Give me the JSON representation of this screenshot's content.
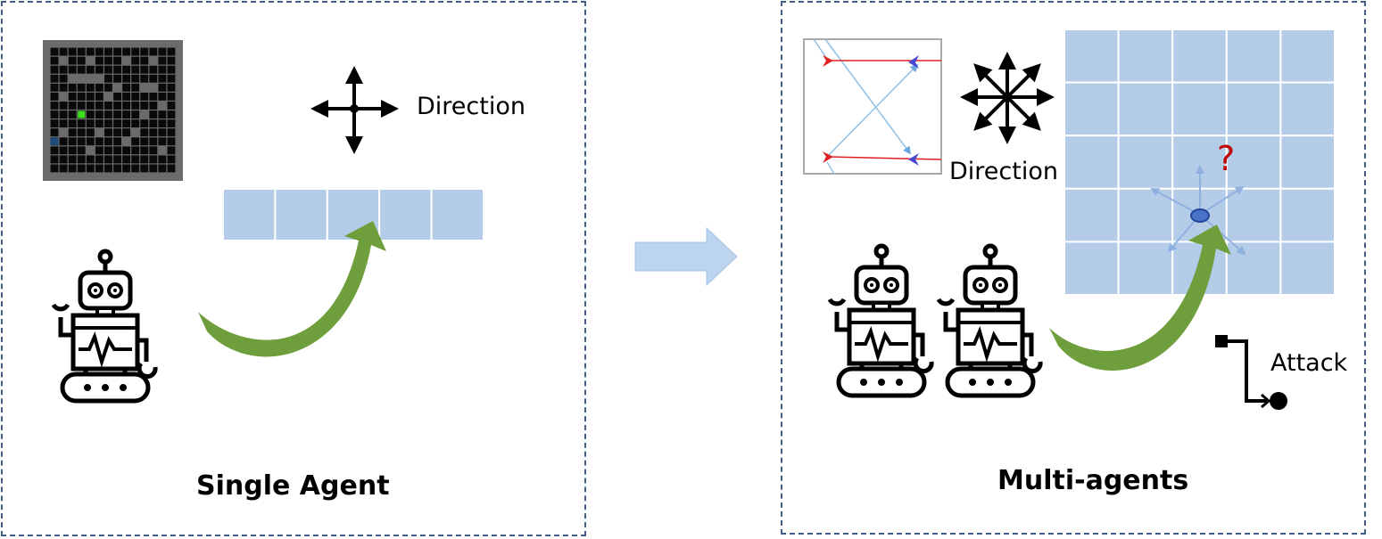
{
  "left": {
    "title": "Single Agent",
    "direction_label": "Direction",
    "action_cells": 5
  },
  "right": {
    "title": "Multi-agents",
    "direction_label": "Direction",
    "attack_label": "Attack",
    "question_mark": "?",
    "grid_rows": 5,
    "grid_cols": 5,
    "robot_count": 2
  },
  "colors": {
    "panel_border": "#3f5f8a",
    "cell_fill": "#b4cce8",
    "cell_border": "#ffffff",
    "curve_arrow": "#6f9f3c",
    "transition_arrow": "#bcd4ee",
    "agent_dot": "#4a73c8",
    "question": "#c00000"
  },
  "icons": {
    "maze": "maze-thumbnail-icon",
    "cross_arrow": "four-way-arrow-icon",
    "star_arrow": "eight-way-arrow-icon",
    "robot": "robot-icon",
    "attack": "attack-path-icon"
  }
}
